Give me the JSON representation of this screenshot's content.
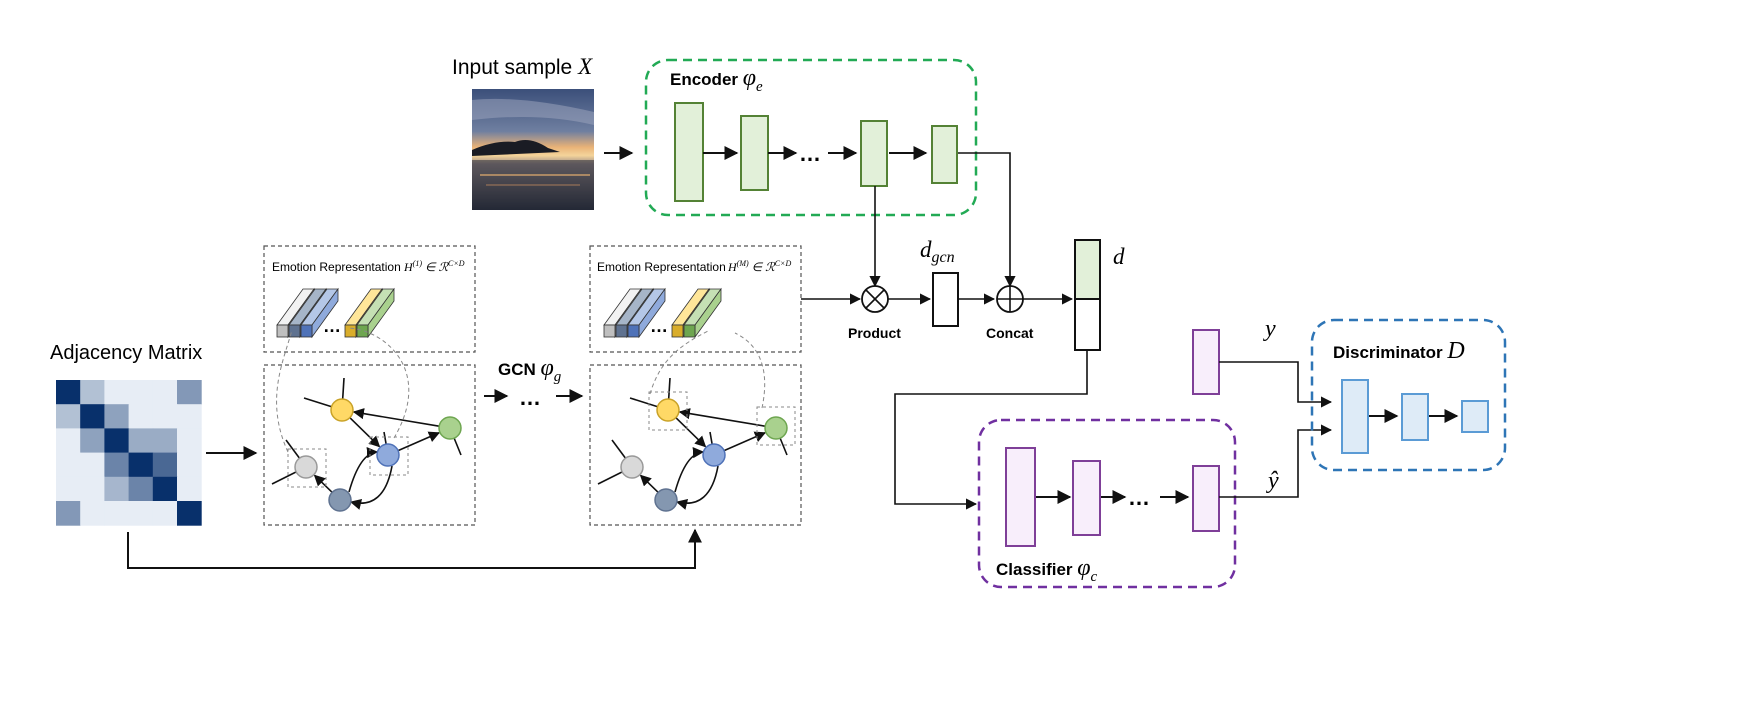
{
  "input": {
    "label": "Input sample ",
    "symbol": "X"
  },
  "adjacency": {
    "label": "Adjacency Matrix",
    "matrix": [
      [
        1.0,
        0.25,
        0.05,
        0.05,
        0.05,
        0.45
      ],
      [
        0.25,
        1.0,
        0.4,
        0.05,
        0.05,
        0.05
      ],
      [
        0.05,
        0.4,
        1.0,
        0.35,
        0.35,
        0.05
      ],
      [
        0.05,
        0.05,
        0.55,
        1.0,
        0.7,
        0.05
      ],
      [
        0.05,
        0.05,
        0.3,
        0.55,
        1.0,
        0.05
      ],
      [
        0.45,
        0.05,
        0.05,
        0.05,
        0.05,
        1.0
      ]
    ]
  },
  "encoder": {
    "label": "Encoder ",
    "symbol": "φ",
    "sub": "e"
  },
  "gcn": {
    "label": "GCN ",
    "symbol": "φ",
    "sub": "g",
    "ellipsis": "…"
  },
  "emotion1": {
    "label": "Emotion Representation",
    "math_H": "H",
    "math_sup": "(1)",
    "math_rest": " ∈ ℛ",
    "math_rest_sup": "C×D"
  },
  "emotion2": {
    "label": "Emotion Representation",
    "math_H": "H",
    "math_sup": "(M)",
    "math_rest": " ∈ ℛ",
    "math_rest_sup": "C×D"
  },
  "product": {
    "label": "Product",
    "symbol": "⊗"
  },
  "concat": {
    "label": "Concat",
    "symbol": "⊕"
  },
  "dgcn": {
    "symbol": "d",
    "sub": "gcn"
  },
  "d": {
    "symbol": "d"
  },
  "classifier": {
    "label": "Classifier ",
    "symbol": "φ",
    "sub": "c"
  },
  "discriminator": {
    "label": "Discriminator ",
    "symbol": "D"
  },
  "y": {
    "symbol": "y"
  },
  "yhat": {
    "symbol": "ŷ"
  },
  "ellipsis": "…",
  "colors": {
    "encoder_border": "#22aa55",
    "encoder_fill": "#e2f0d9",
    "encoder_stroke": "#548235",
    "classifier_border": "#7030a0",
    "classifier_fill": "#f8eefb",
    "classifier_stroke": "#7f3f98",
    "discriminator_border": "#2e75b6",
    "discriminator_fill": "#deebf7",
    "discriminator_stroke": "#5b9bd5",
    "node_yellow": "#ffd966",
    "node_green": "#a9d18e",
    "node_blue": "#8faadc",
    "node_slate": "#8497b0",
    "node_gray": "#d9d9d9"
  }
}
